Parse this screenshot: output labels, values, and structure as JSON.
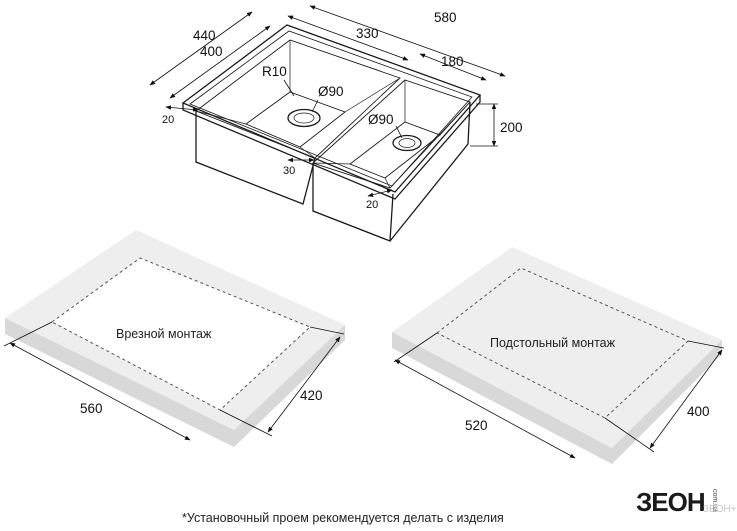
{
  "sink_dimensions": {
    "overall_depth": "440",
    "inner_depth": "400",
    "big_bowl_width": "330",
    "overall_width": "580",
    "small_bowl_width": "180",
    "bowl_height": "200",
    "corner_radius": "R10",
    "drain_big": "Ø90",
    "drain_small": "Ø90",
    "flange_left": "20",
    "drain_offset": "30",
    "flange_right": "20"
  },
  "cutouts": [
    {
      "label": "Врезной монтаж",
      "width": "560",
      "depth": "420"
    },
    {
      "label": "Подстольный монтаж",
      "width": "520",
      "depth": "400"
    }
  ],
  "footnote": "*Установочный проем рекомендуется делать с изделия",
  "logo": {
    "text": "ЗЕОН",
    "sub": "com.ua",
    "watermark": "ЗЕОН+"
  }
}
